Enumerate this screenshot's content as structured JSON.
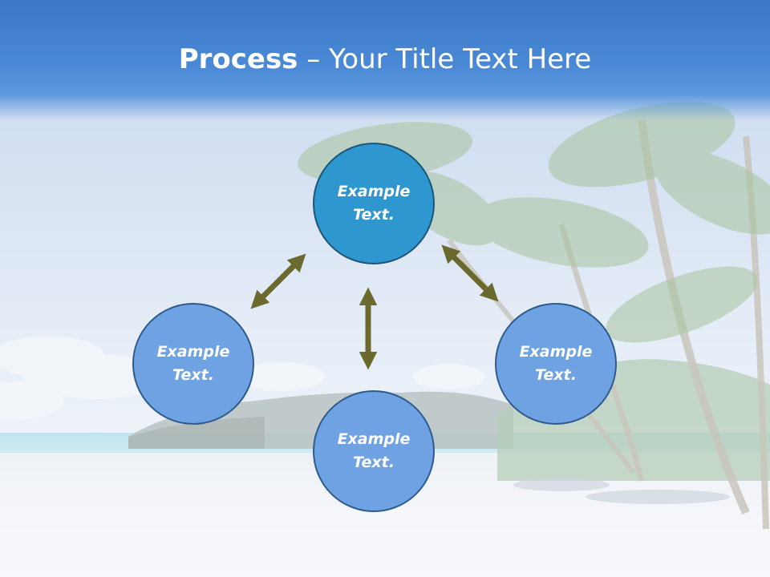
{
  "slide": {
    "title_strong": "Process",
    "title_rest": " – Your Title Text Here"
  },
  "diagram": {
    "nodes": [
      {
        "id": "top",
        "label": "Example Text."
      },
      {
        "id": "left",
        "label": "Example Text."
      },
      {
        "id": "bottom",
        "label": "Example Text."
      },
      {
        "id": "right",
        "label": "Example Text."
      }
    ],
    "colors": {
      "center_fill": "#2e97cf",
      "outer_fill": "#6fa2e2",
      "arrow": "#6b6a2e",
      "header": "#3a78c6"
    }
  }
}
